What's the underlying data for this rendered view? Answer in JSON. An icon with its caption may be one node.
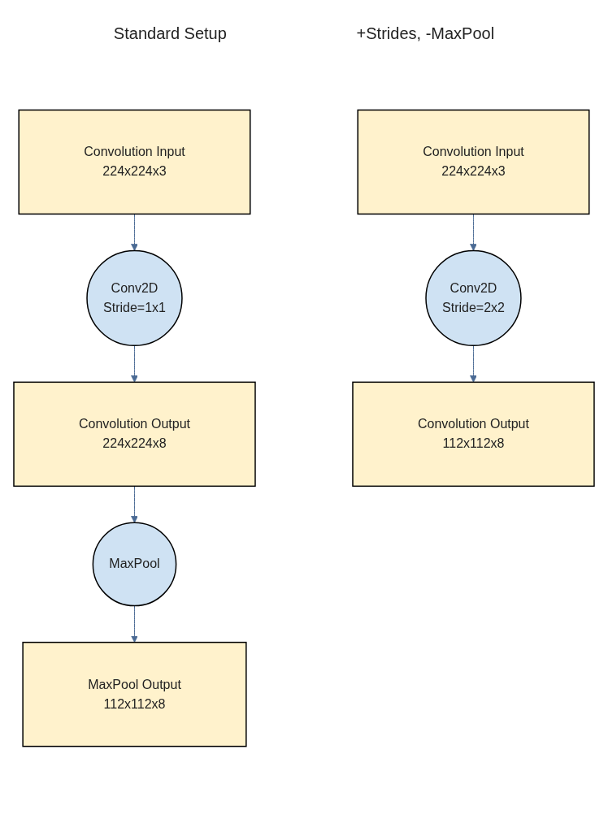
{
  "diagram": {
    "nodes": [
      {
        "text": [
          "Convolution Input",
          "224x224x3"
        ]
      },
      {
        "text": [
          "Conv2D",
          "Stride=1x1"
        ]
      },
      {
        "text": [
          "Convolution Output",
          "224x224x8"
        ]
      },
      {
        "text": [
          "MaxPool"
        ]
      },
      {
        "text": [
          "MaxPool Output",
          "112x112x8"
        ]
      },
      {
        "text": [
          "Convolution Input",
          "224x224x3"
        ]
      },
      {
        "text": [
          "Conv2D",
          "Stride=2x2"
        ]
      },
      {
        "text": [
          "Convolution Output",
          "112x112x8"
        ]
      }
    ],
    "edges": [
      {
        "from": 0,
        "to": 1,
        "arrow": "to"
      },
      {
        "from": 1,
        "to": 2,
        "arrow": "to"
      },
      {
        "from": 2,
        "to": 3,
        "arrow": "to"
      },
      {
        "from": 3,
        "to": 4,
        "arrow": "to"
      },
      {
        "from": 5,
        "to": 6,
        "arrow": "to"
      },
      {
        "from": 6,
        "to": 7,
        "arrow": "to"
      }
    ],
    "labels": [
      "Standard Setup",
      "+Strides, -MaxPool"
    ]
  }
}
